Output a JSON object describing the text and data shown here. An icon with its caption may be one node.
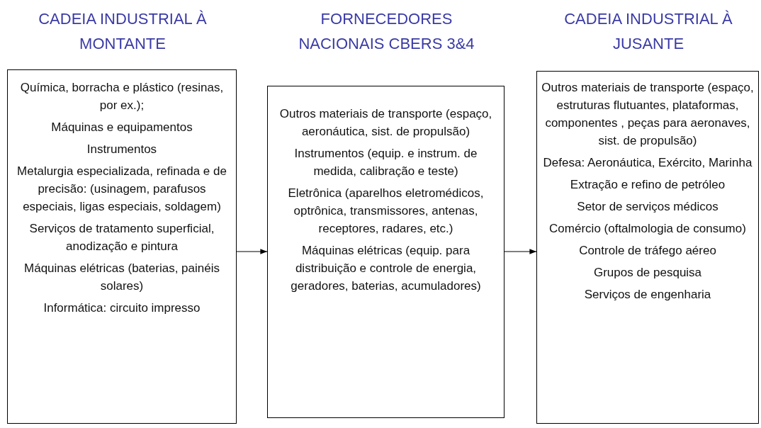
{
  "diagram": {
    "nodes": [
      {
        "text": [
          "CADEIA INDUSTRIAL À MONTANTE",
          "Química, borracha e plástico (resinas, por ex.);",
          "Máquinas e equipamentos",
          "Instrumentos",
          "Metalurgia especializada, refinada e de precisão: (usinagem, parafusos especiais, ligas especiais, soldagem)",
          "Serviços de tratamento superficial, anodização e pintura",
          "Máquinas elétricas (baterias, painéis solares)",
          "Informática: circuito impresso"
        ]
      },
      {
        "text": [
          "FORNECEDORES NACIONAIS CBERS 3&4",
          "Outros materiais de transporte (espaço, aeronáutica, sist. de propulsão)",
          "Instrumentos (equip. e instrum. de medida, calibração e teste)",
          "Eletrônica (aparelhos eletromédicos, optrônica, transmissores, antenas, receptores, radares, etc.)",
          "Máquinas elétricas (equip. para distribuição e controle de energia, geradores, baterias, acumuladores)"
        ]
      },
      {
        "text": [
          "CADEIA INDUSTRIAL À JUSANTE",
          "Outros materiais de transporte (espaço, estruturas flutuantes, plataformas, componentes , peças para aeronaves, sist. de propulsão)",
          "Defesa: Aeronáutica, Exército, Marinha",
          "Extração e refino de petróleo",
          "Setor de serviços médicos",
          "Comércio (oftalmologia de consumo)",
          "Controle de tráfego aéreo",
          "Grupos de pesquisa",
          "Serviços de engenharia"
        ]
      }
    ],
    "edges": [
      {
        "from": 0,
        "to": 1,
        "arrow": "to"
      },
      {
        "from": 1,
        "to": 2,
        "arrow": "to"
      }
    ]
  }
}
